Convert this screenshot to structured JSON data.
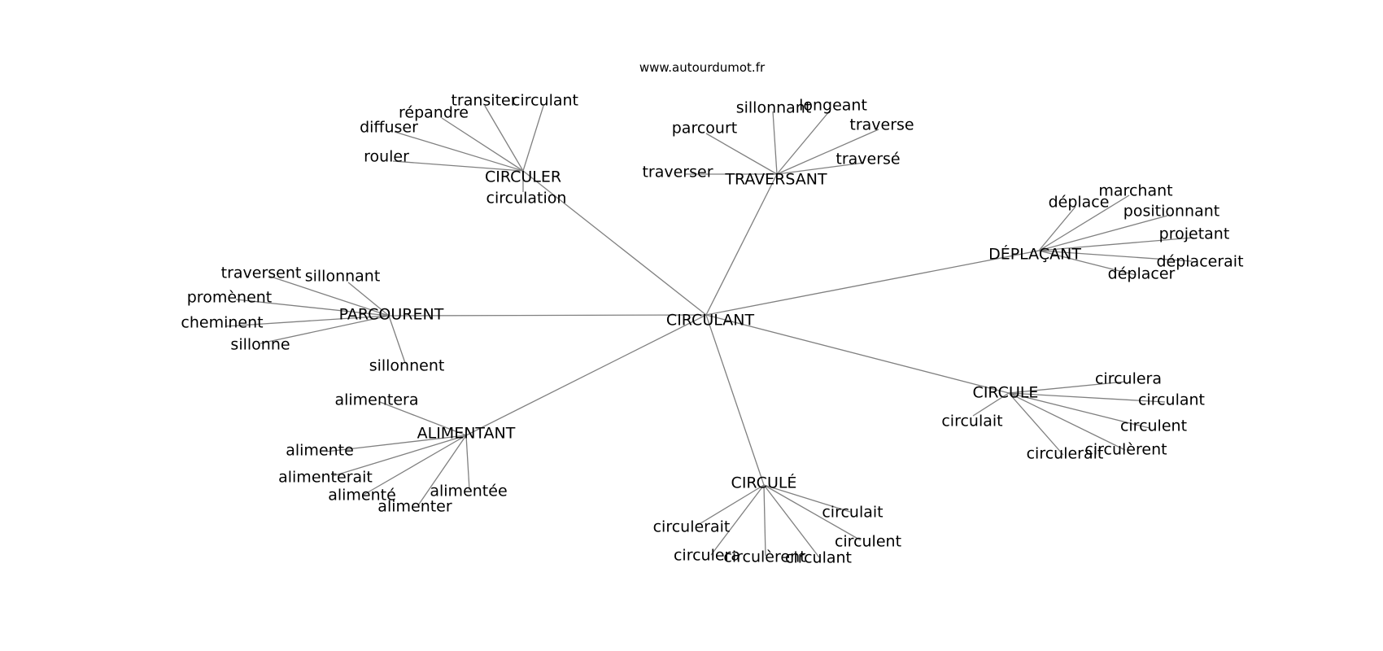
{
  "site_label": "www.autourdumot.fr",
  "edge_color": "#808080",
  "graph": {
    "center": "CIRCULANT",
    "groups": [
      {
        "hub": "CIRCULER",
        "leaves": [
          "transiter",
          "circulant",
          "répandre",
          "diffuser",
          "rouler",
          "circulation"
        ]
      },
      {
        "hub": "TRAVERSANT",
        "leaves": [
          "sillonnant",
          "longeant",
          "traverse",
          "parcourt",
          "traversé",
          "traverser"
        ]
      },
      {
        "hub": "DÉPLAÇANT",
        "leaves": [
          "marchant",
          "déplace",
          "positionnant",
          "projetant",
          "déplacerait",
          "déplacer"
        ]
      },
      {
        "hub": "PARCOURENT",
        "leaves": [
          "traversent",
          "sillonnant",
          "promènent",
          "cheminent",
          "sillonne",
          "sillonnent"
        ]
      },
      {
        "hub": "CIRCULE",
        "leaves": [
          "circulera",
          "circulant",
          "circulait",
          "circulent",
          "circulèrent",
          "circulerait"
        ]
      },
      {
        "hub": "ALIMENTANT",
        "leaves": [
          "alimentera",
          "alimente",
          "alimenterait",
          "alimentée",
          "alimenté",
          "alimenter"
        ]
      },
      {
        "hub": "CIRCULÉ",
        "leaves": [
          "circulait",
          "circulent",
          "circulerait",
          "circulera",
          "circulèrent",
          "circulant"
        ]
      }
    ]
  }
}
